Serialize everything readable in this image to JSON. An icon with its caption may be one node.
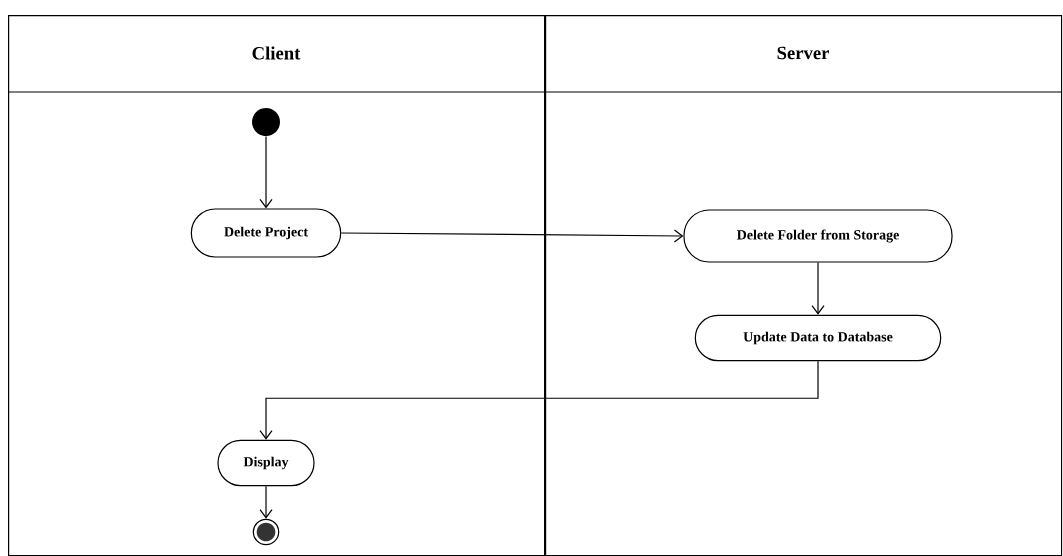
{
  "diagram": {
    "nodes": [
      {
        "text": [
          "Client"
        ]
      },
      {
        "text": [
          "Server"
        ]
      },
      {
        "text": [],
        "shape": "circle",
        "in": 0
      },
      {
        "text": [
          "Delete Project"
        ],
        "in": 0
      },
      {
        "text": [
          "Delete Folder from Storage"
        ],
        "in": 1
      },
      {
        "text": [
          "Update Data to Database"
        ],
        "in": 1
      },
      {
        "text": [
          "Display"
        ],
        "in": 0
      },
      {
        "text": [],
        "shape": "circle",
        "in": 0
      }
    ],
    "edges": [
      {
        "from": 2,
        "to": 3,
        "arrow": "to"
      },
      {
        "from": 3,
        "to": 4,
        "arrow": "to"
      },
      {
        "from": 4,
        "to": 5,
        "arrow": "to"
      },
      {
        "from": 5,
        "to": 6,
        "arrow": "to"
      },
      {
        "from": 6,
        "to": 7,
        "arrow": "to"
      }
    ]
  }
}
